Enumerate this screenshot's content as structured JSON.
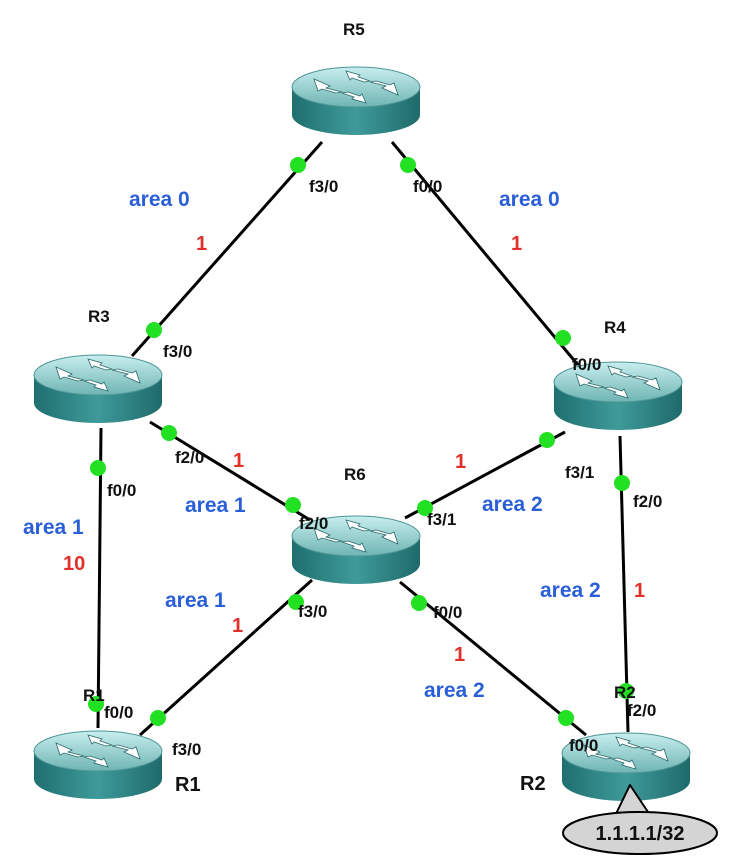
{
  "routers": [
    {
      "id": "R5",
      "label": "R5"
    },
    {
      "id": "R3",
      "label": "R3"
    },
    {
      "id": "R4",
      "label": "R4"
    },
    {
      "id": "R6",
      "label": "R6"
    },
    {
      "id": "R1",
      "label": "R1",
      "small_label": "R1"
    },
    {
      "id": "R2",
      "label": "R2",
      "small_label": "R2"
    }
  ],
  "links": [
    {
      "id": "R5-R3",
      "from": "R5",
      "to": "R3",
      "area": "area 0",
      "cost": "1",
      "from_iface": "f3/0",
      "to_iface": "f3/0"
    },
    {
      "id": "R5-R4",
      "from": "R5",
      "to": "R4",
      "area": "area 0",
      "cost": "1",
      "from_iface": "f0/0",
      "to_iface": "f0/0"
    },
    {
      "id": "R3-R6",
      "from": "R3",
      "to": "R6",
      "area": "area 1",
      "cost": "1",
      "from_iface": "f2/0",
      "to_iface": "f2/0"
    },
    {
      "id": "R4-R6",
      "from": "R4",
      "to": "R6",
      "area": "area 2",
      "cost": "1",
      "from_iface": "f3/1",
      "to_iface": "f3/1"
    },
    {
      "id": "R3-R1",
      "from": "R3",
      "to": "R1",
      "area": "area 1",
      "cost": "10",
      "from_iface": "f0/0",
      "to_iface": "f0/0"
    },
    {
      "id": "R6-R1",
      "from": "R6",
      "to": "R1",
      "area": "area 1",
      "cost": "1",
      "from_iface": "f3/0",
      "to_iface": "f3/0"
    },
    {
      "id": "R6-R2",
      "from": "R6",
      "to": "R2",
      "area": "area 2",
      "cost": "1",
      "from_iface": "f0/0",
      "to_iface": "f0/0"
    },
    {
      "id": "R4-R2",
      "from": "R4",
      "to": "R2",
      "area": "area 2",
      "cost": "1",
      "from_iface": "f2/0",
      "to_iface": "f2/0"
    }
  ],
  "loopback": {
    "label": "1.1.1.1/32",
    "router": "R2"
  },
  "colors": {
    "router_body": "#3a8f8f",
    "router_top": "#8fcaca",
    "endpoint": "#22e022",
    "area_text": "#2a5fd8",
    "cost_text": "#e0302a",
    "bubble_fill": "#d4d4d4"
  }
}
